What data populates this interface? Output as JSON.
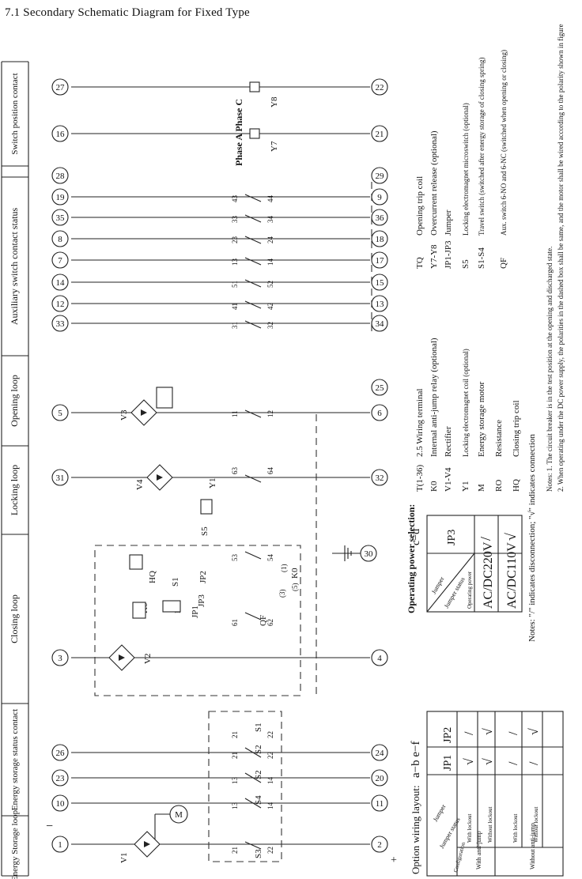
{
  "title": "7.1  Secondary Schematic Diagram for Fixed Type",
  "headers": [
    "Energy Storage loop",
    "Energy storage status contact",
    "Closing loop",
    "Locking loop",
    "Opening loop",
    "Auxiliary switch contact status",
    "Switch position contact"
  ],
  "terminals_top": [
    "1",
    "10",
    "23",
    "26",
    "3",
    "31",
    "5",
    "33",
    "12",
    "14",
    "7",
    "8",
    "35",
    "19",
    "28",
    "16",
    "27"
  ],
  "terminals_bottom": [
    "2",
    "11",
    "20",
    "24",
    "4",
    "30",
    "32",
    "6",
    "25",
    "34",
    "13",
    "15",
    "17",
    "18",
    "36",
    "9",
    "29",
    "21",
    "22"
  ],
  "power_signs": {
    "neg": "−",
    "pos": "+"
  },
  "components": {
    "V1": "V1",
    "M": "M",
    "V2": "V2",
    "V3": "V3",
    "V4": "V4",
    "S1": "S1",
    "S2": "S2",
    "S3": "S3",
    "S4": "S4",
    "S5": "S5",
    "HQ": "HQ",
    "K0": "K0",
    "R0": "R0",
    "JP1": "JP1",
    "JP2": "JP2",
    "JP3": "JP3",
    "QF": "QF",
    "Y1": "Y1",
    "TQ": "TQ",
    "Y7": "Y7",
    "Y8": "Y8"
  },
  "contact_numbers": [
    "13",
    "14",
    "21",
    "22",
    "53",
    "54",
    "61",
    "62",
    "63",
    "64",
    "11",
    "12",
    "31",
    "32",
    "41",
    "42",
    "51",
    "52",
    "23",
    "24",
    "33",
    "34",
    "43",
    "44",
    "(1)",
    "(3)",
    "(5)"
  ],
  "phase_labels": "Phase A  Phase C",
  "operating_power": {
    "title": "Operating power selection:",
    "columns": "c−d",
    "col_header": "JP3",
    "row_header_jumper": "Jumper",
    "row_header_status": "Jumper status",
    "row_header_power": "Operating power",
    "rows": [
      {
        "power": "AC/DC220V",
        "value": "/"
      },
      {
        "power": "AC/DC110V",
        "value": "√"
      }
    ]
  },
  "notes_symbols": "Notes: \"/\" indicates disconnection; \"√\" indicates connection",
  "option_wiring": {
    "title": "Option wiring layout:",
    "columns": "a−b  e−f",
    "col_headers": [
      "JP1",
      "JP2"
    ],
    "header_jumper": "Jumper",
    "header_status": "Jumper status",
    "header_config": "Configuration",
    "groups": [
      "With anti-jump",
      "Without anti-jump"
    ],
    "rows": [
      {
        "group": "With anti-jump",
        "lockout": "With lockout",
        "jp1": "√",
        "jp2": "/"
      },
      {
        "group": "With anti-jump",
        "lockout": "Without lockout",
        "jp1": "√",
        "jp2": "√"
      },
      {
        "group": "Without anti-jump",
        "lockout": "With lockout",
        "jp1": "/",
        "jp2": "/"
      },
      {
        "group": "Without anti-jump",
        "lockout": "Without lockout",
        "jp1": "/",
        "jp2": "√"
      }
    ]
  },
  "legend": [
    {
      "code": "T(1-36)",
      "desc": "2.5 Wiring terminal"
    },
    {
      "code": "K0",
      "desc": "Internal anti-jump relay (optional)"
    },
    {
      "code": "V1-V4",
      "desc": "Rectifier"
    },
    {
      "code": "Y1",
      "desc": "Locking electromagnet coil (optional)"
    },
    {
      "code": "M",
      "desc": "Energy storage motor"
    },
    {
      "code": "RO",
      "desc": "Resistance"
    },
    {
      "code": "HQ",
      "desc": "Closing trip coil"
    },
    {
      "code": "TQ",
      "desc": "Opening trip coil"
    },
    {
      "code": "Y7-Y8",
      "desc": "Overcurrent release (optional)"
    },
    {
      "code": "JP1-JP3",
      "desc": "Jumper"
    },
    {
      "code": "S5",
      "desc": "Locking electromagnet microswitch (optional)"
    },
    {
      "code": "S1-S4",
      "desc": "Travel switch (switched after energy storage of closing spring)"
    },
    {
      "code": "QF",
      "desc": "Aux. switch 6-NO and 6-NC (switched when opening or closing)"
    }
  ],
  "notes": [
    "Notes: 1. The circuit breaker is in the test position at the opening and discharged state.",
    "2. When operating under the DC power supply, the polarities in the dashed box shall be same, and the motor shall be wired according to the polarity shown in figure"
  ]
}
